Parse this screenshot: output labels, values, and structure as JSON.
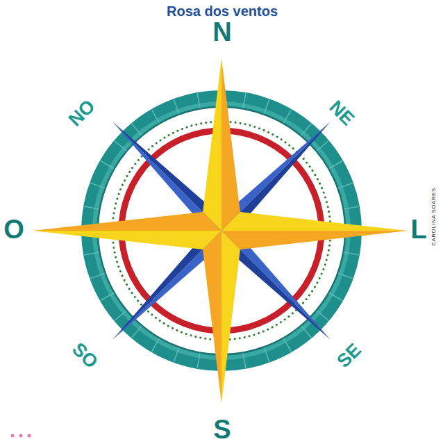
{
  "diagram": {
    "title": "Rosa dos ventos",
    "labels": [
      "N",
      "NO",
      "NE",
      "O",
      "L",
      "SO",
      "SE",
      "S",
      "CAROLINA SOARES"
    ]
  }
}
